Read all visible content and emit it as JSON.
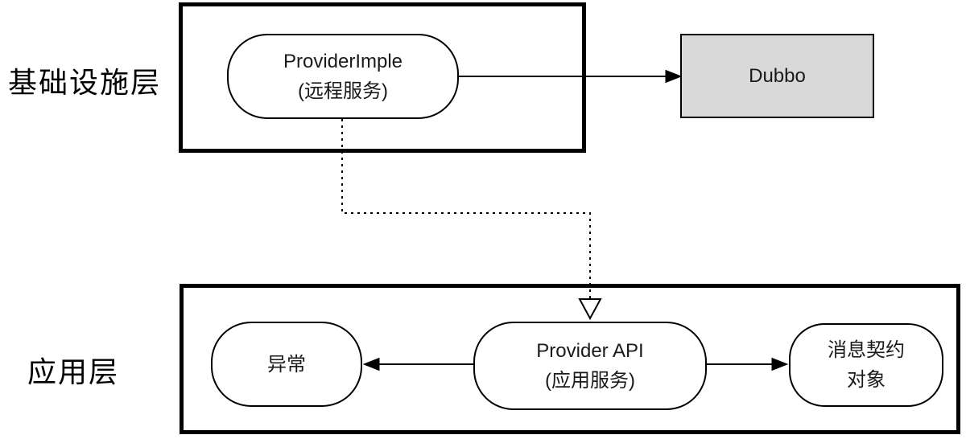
{
  "colors": {
    "line": "#000000",
    "node_fill": "#ffffff",
    "dubbo_fill": "#d9d9d9",
    "background": "#ffffff"
  },
  "layers": {
    "infrastructure": {
      "label": "基础设施层"
    },
    "application": {
      "label": "应用层"
    }
  },
  "nodes": {
    "provider_imple": {
      "title": "ProviderImple",
      "subtitle": "(远程服务)"
    },
    "dubbo": {
      "title": "Dubbo"
    },
    "exception": {
      "title": "异常"
    },
    "provider_api": {
      "title": "Provider API",
      "subtitle": "(应用服务)"
    },
    "message_contract": {
      "line1": "消息契约",
      "line2": "对象"
    }
  }
}
